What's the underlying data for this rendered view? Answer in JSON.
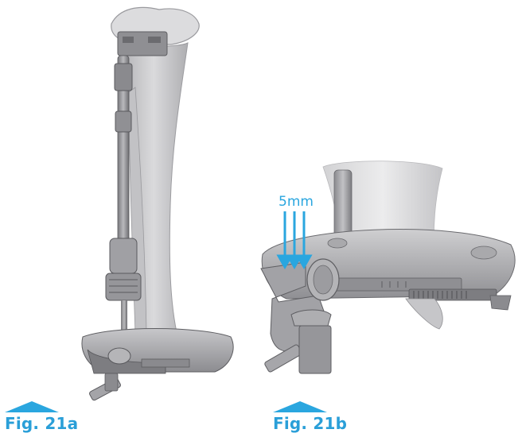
{
  "figures": [
    {
      "caption": "Fig. 21a",
      "description_view": "full tibia with alignment rod and ankle clamp"
    },
    {
      "caption": "Fig. 21b",
      "description_view": "close-up of ankle clamp adjustment",
      "measurement_label": "5mm"
    }
  ],
  "colors": {
    "accent": "#2aa6df",
    "caption": "#2a9fd8",
    "device_light": "#c9c9cb",
    "device_mid": "#a6a6a9",
    "device_dark": "#6e6e72",
    "bone_light": "#e2e2e4",
    "bone_mid": "#c3c3c6"
  }
}
